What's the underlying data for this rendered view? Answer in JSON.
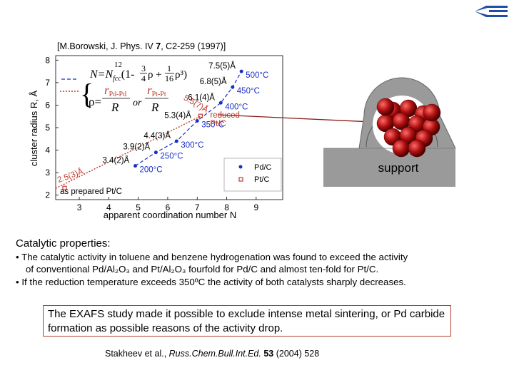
{
  "citation_top": {
    "prefix": "[M.Borowski, J. Phys. IV ",
    "volume": "7",
    "suffix": ", C2-259 (1997)]"
  },
  "chart_data": {
    "type": "scatter",
    "xlabel": "apparent coordination number N",
    "ylabel": "cluster radius R, Å",
    "xlim": [
      2.2,
      9.9
    ],
    "ylim": [
      1.8,
      8.2
    ],
    "xticks": [
      "3",
      "4",
      "5",
      "6",
      "7",
      "8",
      "9"
    ],
    "yticks": [
      "2",
      "3",
      "4",
      "5",
      "6",
      "7",
      "8"
    ],
    "legend_position": "bottom-right",
    "series": [
      {
        "name": "Pd/C",
        "color": "#1a2fc8",
        "marker": "circle",
        "points": [
          {
            "x": 4.9,
            "y": 3.3,
            "label": "3.4(2)Å",
            "temp": "200°C"
          },
          {
            "x": 5.6,
            "y": 3.9,
            "label": "3.9(2)Å",
            "temp": "250°C"
          },
          {
            "x": 6.3,
            "y": 4.4,
            "label": "4.4(3)Å",
            "temp": "300°C"
          },
          {
            "x": 7.0,
            "y": 5.3,
            "label": "5.3(4)Å",
            "temp": "350°C"
          },
          {
            "x": 7.8,
            "y": 6.1,
            "label": "6.1(4)Å",
            "temp": "400°C"
          },
          {
            "x": 8.2,
            "y": 6.8,
            "label": "6.8(5)Å",
            "temp": "450°C"
          },
          {
            "x": 8.5,
            "y": 7.5,
            "label": "7.5(5)Å",
            "temp": "500°C"
          }
        ]
      },
      {
        "name": "Pt/C",
        "color": "#c0392b",
        "marker": "square",
        "points": [
          {
            "x": 2.2,
            "y": 2.3,
            "label": "2.5(3)Å",
            "note": "as prepared Pt/C"
          },
          {
            "x": 7.1,
            "y": 5.5,
            "label": "5.5(7)Å",
            "note": "reduced Pt/C"
          }
        ]
      }
    ],
    "formula": {
      "n_prefix": "N=N",
      "n_sub": "fcc",
      "n_open": "(1-",
      "f1_num": "3",
      "f1_den": "4",
      "f1_tail": "ρ +",
      "f2_num": "1",
      "f2_den": "16",
      "f2_tail": "ρ³)",
      "rho": "ρ=",
      "r_pdpd": "r",
      "r_pdpd_sub": "Pd-Pd",
      "or": "or",
      "r_ptpt": "r",
      "r_ptpt_sub": "Pt-Pt",
      "denom": "R",
      "superscript": "12"
    }
  },
  "diagram": {
    "support_label": "support"
  },
  "catalytic": {
    "heading": "Catalytic properties:",
    "bullet1_a": "• The catalytic activity in toluene and benzene hydrogenation was found to exceed the activity",
    "bullet1_b": "of conventional Pd/Al₂O₃ and Pt/Al₂O₃ fourfold for Pd/C and almost ten-fold for Pt/C.",
    "bullet2": "• If the reduction temperature exceeds 350ºC the activity of both catalysts sharply decreases."
  },
  "conclusion": "The EXAFS study made it possible to exclude intense metal sintering, or Pd carbide formation as possible reasons of the activity drop.",
  "reference_bottom": {
    "prefix": "Stakheev et al., ",
    "journal": "Russ.Chem.Bull.Int.Ed.",
    "volume": "53",
    "suffix": " (2004) 528"
  },
  "colors": {
    "pd": "#1a2fc8",
    "pt": "#c0392b",
    "support": "#9a9a9a",
    "cluster": "#b01010"
  }
}
